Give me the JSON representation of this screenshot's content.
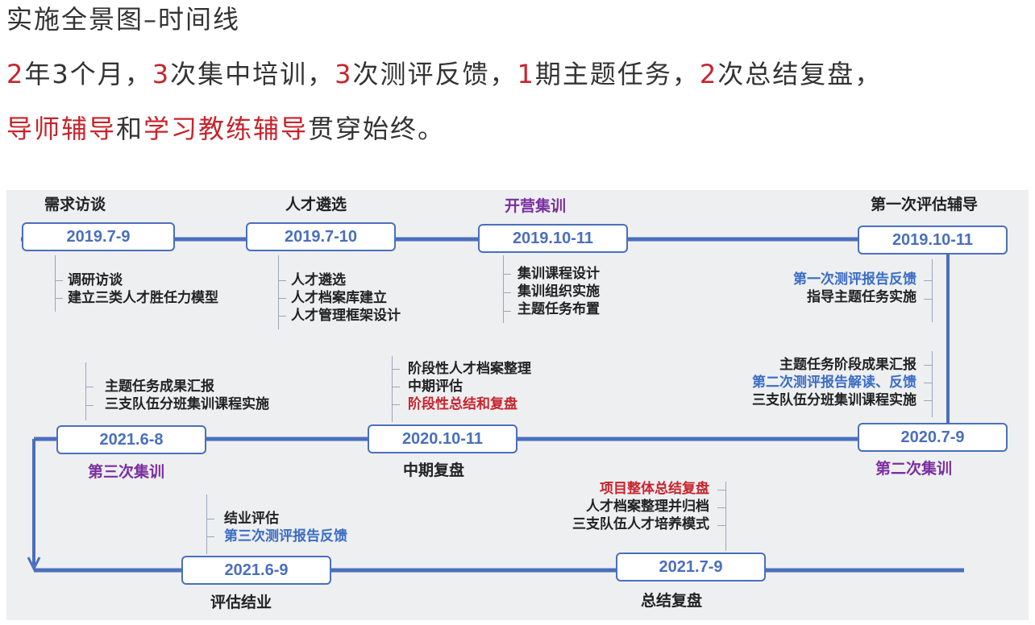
{
  "title": "实施全景图–时间线",
  "summary": {
    "line1": [
      {
        "text": "2",
        "red": true
      },
      {
        "text": "年",
        "red": false
      },
      {
        "text": "3",
        "red": false
      },
      {
        "text": "个月，",
        "red": false
      },
      {
        "text": "3",
        "red": true
      },
      {
        "text": "次集中培训，",
        "red": false
      },
      {
        "text": "3",
        "red": true
      },
      {
        "text": "次测评反馈，",
        "red": false
      },
      {
        "text": "1",
        "red": true
      },
      {
        "text": "期主题任务，",
        "red": false
      },
      {
        "text": "2",
        "red": true
      },
      {
        "text": "次总结复盘，",
        "red": false
      }
    ],
    "line2": [
      {
        "text": "导师辅导",
        "red": true
      },
      {
        "text": "和",
        "red": false
      },
      {
        "text": "学习教练辅导",
        "red": true
      },
      {
        "text": "贯穿始终。",
        "red": false
      }
    ]
  },
  "milestones": [
    {
      "id": "m1",
      "date": "2019.7-9",
      "label": "需求访谈",
      "purple": false,
      "items": [
        {
          "text": "调研访谈",
          "color": "black"
        },
        {
          "text": "建立三类人才胜任力模型",
          "color": "black"
        }
      ]
    },
    {
      "id": "m2",
      "date": "2019.7-10",
      "label": "人才遴选",
      "purple": false,
      "items": [
        {
          "text": "人才遴选",
          "color": "black"
        },
        {
          "text": "人才档案库建立",
          "color": "black"
        },
        {
          "text": "人才管理框架设计",
          "color": "black"
        }
      ]
    },
    {
      "id": "m3",
      "date": "2019.10-11",
      "label": "开营集训",
      "purple": true,
      "items": [
        {
          "text": "集训课程设计",
          "color": "black"
        },
        {
          "text": "集训组织实施",
          "color": "black"
        },
        {
          "text": "主题任务布置",
          "color": "black"
        }
      ]
    },
    {
      "id": "m4",
      "date": "2019.10-11",
      "label": "第一次评估辅导",
      "purple": false,
      "items": [
        {
          "text": "第一次测评报告反馈",
          "color": "blue"
        },
        {
          "text": "指导主题任务实施",
          "color": "black"
        }
      ]
    },
    {
      "id": "m5",
      "date": "2020.7-9",
      "label": "第二次集训",
      "purple": true,
      "items": [
        {
          "text": "主题任务阶段成果汇报",
          "color": "black"
        },
        {
          "text": "第二次测评报告解读、反馈",
          "color": "blue"
        },
        {
          "text": "三支队伍分班集训课程实施",
          "color": "black"
        }
      ]
    },
    {
      "id": "m6",
      "date": "2020.10-11",
      "label": "中期复盘",
      "purple": false,
      "items": [
        {
          "text": "阶段性人才档案整理",
          "color": "black"
        },
        {
          "text": "中期评估",
          "color": "black"
        },
        {
          "text": "阶段性总结和复盘",
          "color": "red"
        }
      ]
    },
    {
      "id": "m7",
      "date": "2021.6-8",
      "label": "第三次集训",
      "purple": true,
      "items": [
        {
          "text": "主题任务成果汇报",
          "color": "black"
        },
        {
          "text": "三支队伍分班集训课程实施",
          "color": "black"
        }
      ]
    },
    {
      "id": "m8",
      "date": "2021.6-9",
      "label": "评估结业",
      "purple": false,
      "items": [
        {
          "text": "结业评估",
          "color": "black"
        },
        {
          "text": "第三次测评报告反馈",
          "color": "blue"
        }
      ]
    },
    {
      "id": "m9",
      "date": "2021.7-9",
      "label": "总结复盘",
      "purple": false,
      "items": [
        {
          "text": "项目整体总结复盘",
          "color": "red"
        },
        {
          "text": "人才档案整理并归档",
          "color": "black"
        },
        {
          "text": "三支队伍人才培养模式",
          "color": "black"
        }
      ]
    }
  ],
  "colors": {
    "line": "#4a6fbd",
    "red": "#c8232c",
    "purple": "#7a2fa0",
    "blue": "#3a6cc4"
  }
}
